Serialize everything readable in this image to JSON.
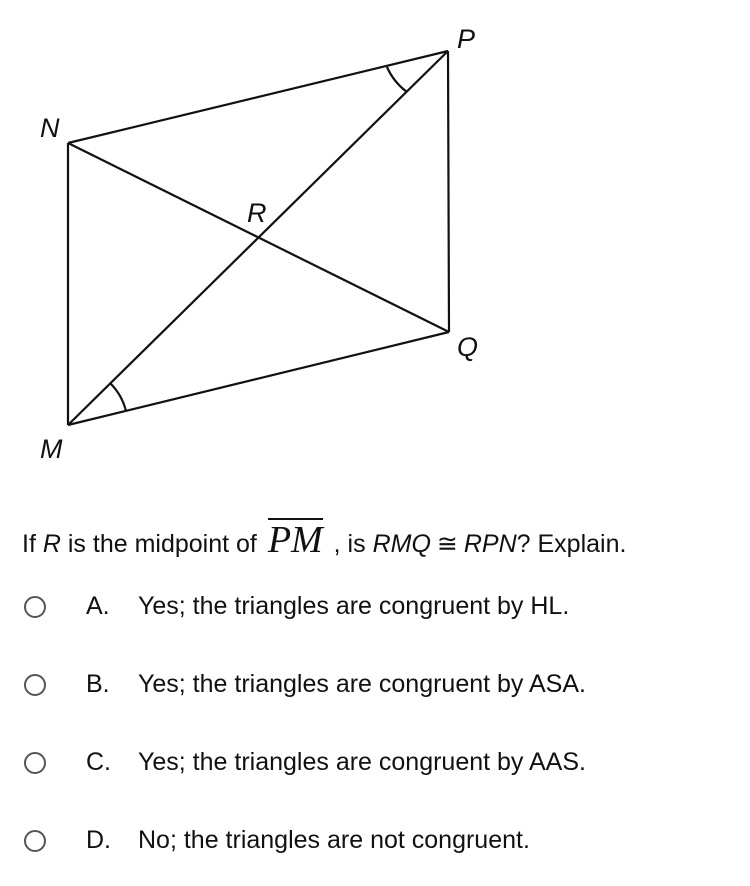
{
  "figure": {
    "points": {
      "P": "P",
      "N": "N",
      "R": "R",
      "Q": "Q",
      "M": "M"
    }
  },
  "question": {
    "prefix": "If",
    "var_r": "R",
    "mid": "is the midpoint of",
    "segment": "PM",
    "comma_is": ", is",
    "tri1": "RMQ",
    "congruent": "≅",
    "tri2": "RPN",
    "suffix": "? Explain."
  },
  "choices": [
    {
      "letter": "A.",
      "text": "Yes; the triangles are congruent by HL."
    },
    {
      "letter": "B.",
      "text": "Yes; the triangles are congruent by ASA."
    },
    {
      "letter": "C.",
      "text": "Yes; the triangles are congruent by AAS."
    },
    {
      "letter": "D.",
      "text": "No; the triangles are not congruent."
    }
  ]
}
